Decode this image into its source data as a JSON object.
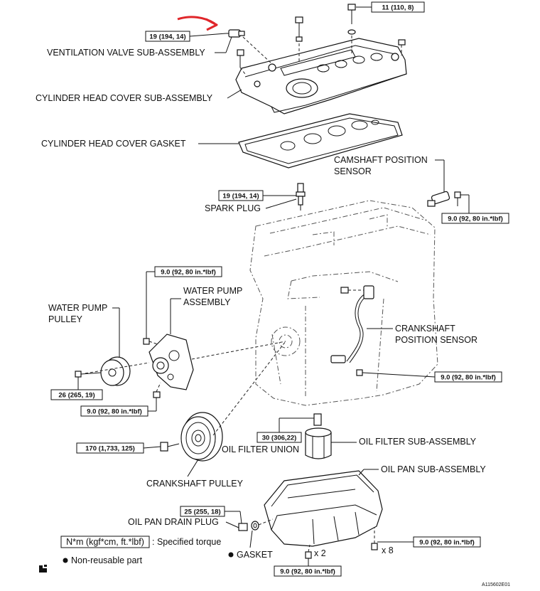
{
  "labels": {
    "ventilation_valve": "VENTILATION VALVE SUB-ASSEMBLY",
    "cylinder_head_cover": "CYLINDER HEAD COVER SUB-ASSEMBLY",
    "cylinder_head_cover_gasket": "CYLINDER HEAD COVER GASKET",
    "camshaft_sensor_line1": "CAMSHAFT POSITION",
    "camshaft_sensor_line2": "SENSOR",
    "spark_plug": "SPARK PLUG",
    "water_pump_assembly_line1": "WATER PUMP",
    "water_pump_assembly_line2": "ASSEMBLY",
    "water_pump_pulley_line1": "WATER PUMP",
    "water_pump_pulley_line2": "PULLEY",
    "crankshaft_sensor_line1": "CRANKSHAFT",
    "crankshaft_sensor_line2": "POSITION SENSOR",
    "oil_filter_union": "OIL FILTER UNION",
    "oil_filter": "OIL FILTER SUB-ASSEMBLY",
    "crankshaft_pulley": "CRANKSHAFT PULLEY",
    "oil_pan": "OIL PAN SUB-ASSEMBLY",
    "oil_pan_drain_plug": "OIL PAN DRAIN PLUG",
    "gasket": "GASKET",
    "qty_x2": "x 2",
    "qty_x8": "x 8"
  },
  "torques": {
    "head_cover_bolt": "11 (110, 8)",
    "ventilation_valve": "19 (194, 14)",
    "spark_plug": "19 (194, 14)",
    "camshaft_sensor_bolt": "9.0 (92, 80 in.*lbf)",
    "water_pump_bolt_top": "9.0 (92, 80 in.*lbf)",
    "water_pump_pulley_bolt": "26 (265, 19)",
    "water_pump_nut": "9.0 (92, 80 in.*lbf)",
    "crankshaft_sensor_bolt": "9.0 (92, 80 in.*lbf)",
    "oil_filter_union": "30 (306,22)",
    "crankshaft_pulley_bolt": "170 (1,733, 125)",
    "drain_plug": "25 (255, 18)",
    "oil_pan_bolt": "9.0 (92, 80 in.*lbf)",
    "oil_pan_nut": "9.0 (92, 80 in.*lbf)"
  },
  "legend": {
    "torque_unit": "N*m (kgf*cm, ft.*lbf)",
    "torque_desc": ": Specified torque",
    "non_reusable": "Non-reusable part"
  },
  "figure_id": "A115602E01",
  "colors": {
    "ink": "#111111",
    "annotation_arrow": "#e0262a"
  }
}
